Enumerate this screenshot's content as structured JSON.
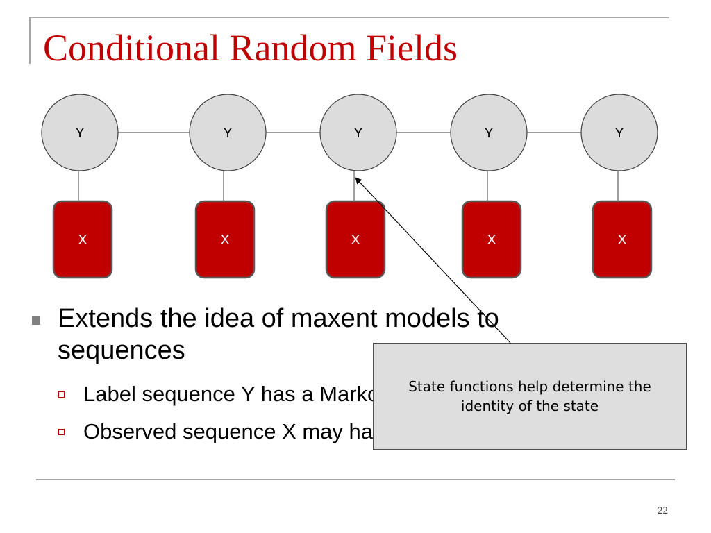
{
  "slide": {
    "title": "Conditional Random Fields",
    "page_number": "22"
  },
  "diagram": {
    "y_nodes": [
      "Y",
      "Y",
      "Y",
      "Y",
      "Y"
    ],
    "x_nodes": [
      "X",
      "X",
      "X",
      "X",
      "X"
    ],
    "colors": {
      "y_fill": "#dcdcdc",
      "x_fill": "#c00000",
      "edge": "#606060"
    }
  },
  "bullets": {
    "main": "Extends the idea of maxent models to sequences",
    "sub": [
      "Label sequence Y has a Markov structure",
      "Observed sequence X may have any structure"
    ]
  },
  "callout": {
    "text": "State functions help determine the identity of the state"
  }
}
